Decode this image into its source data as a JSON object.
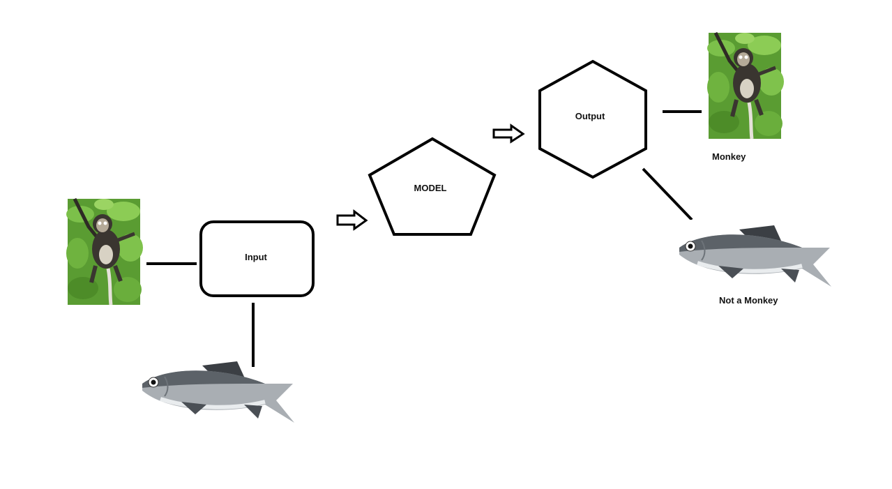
{
  "nodes": {
    "input": "Input",
    "model": "MODEL",
    "output": "Output"
  },
  "results": {
    "monkey": "Monkey",
    "not_monkey": "Not a Monkey"
  },
  "images": {
    "input_monkey": "monkey-photo",
    "input_fish": "fish-photo",
    "output_monkey": "monkey-photo",
    "output_fish": "fish-photo"
  },
  "colors": {
    "stroke": "#000000",
    "leaf_green": "#4f9a2c",
    "monkey_fur": "#3a3530",
    "fish_silver": "#a9aeb3"
  }
}
